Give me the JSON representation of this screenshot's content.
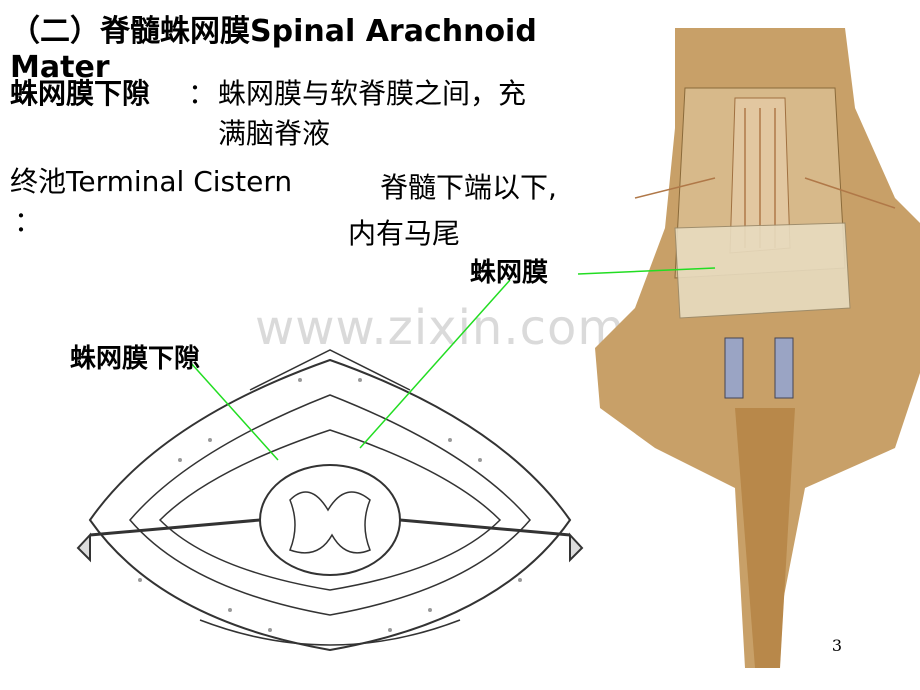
{
  "slide": {
    "title_line1": "（二）脊髓蛛网膜Spinal Arachnoid",
    "title_line2": "Mater",
    "subarachnoid_term": "蛛网膜下隙",
    "subarachnoid_colon": "：",
    "subarachnoid_def_line1": "蛛网膜与软脊膜之间，充",
    "subarachnoid_def_line2": "满脑脊液",
    "cistern_term": "终池Terminal Cistern",
    "cistern_colon": "：",
    "cistern_def_line1": "脊髓下端以下,",
    "cistern_def_line2": "内有马尾",
    "label_arachnoid": "蛛网膜",
    "label_subarachnoid": "蛛网膜下隙",
    "watermark": "www.zixin.com.cn",
    "page_number": "3"
  },
  "colors": {
    "leader_line": "#22dd22",
    "tissue": "#c89a5a",
    "bone": "#b88a4a"
  }
}
